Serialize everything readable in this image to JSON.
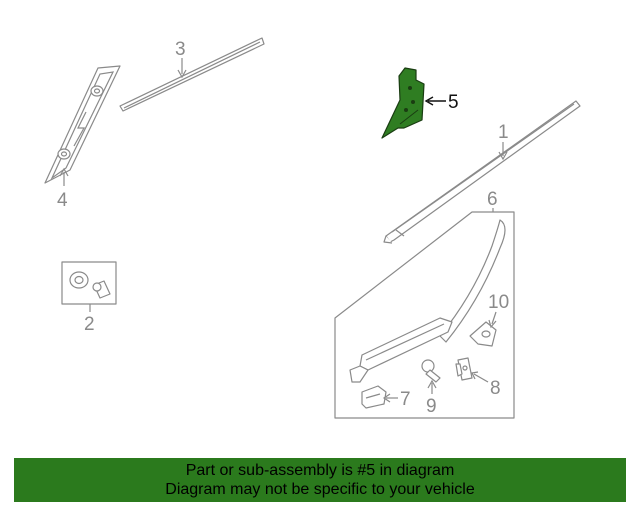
{
  "diagram": {
    "highlight_color": "#2b7a1d",
    "highlighted_part": "5",
    "callouts": [
      {
        "id": "c1",
        "label": "1"
      },
      {
        "id": "c2",
        "label": "2"
      },
      {
        "id": "c3",
        "label": "3"
      },
      {
        "id": "c4",
        "label": "4"
      },
      {
        "id": "c5",
        "label": "5"
      },
      {
        "id": "c6",
        "label": "6"
      },
      {
        "id": "c7",
        "label": "7"
      },
      {
        "id": "c8",
        "label": "8"
      },
      {
        "id": "c9",
        "label": "9"
      },
      {
        "id": "c10",
        "label": "10"
      }
    ]
  },
  "banner": {
    "line1": "Part or sub-assembly is #5 in diagram",
    "line2": "Diagram may not be specific to your vehicle"
  }
}
